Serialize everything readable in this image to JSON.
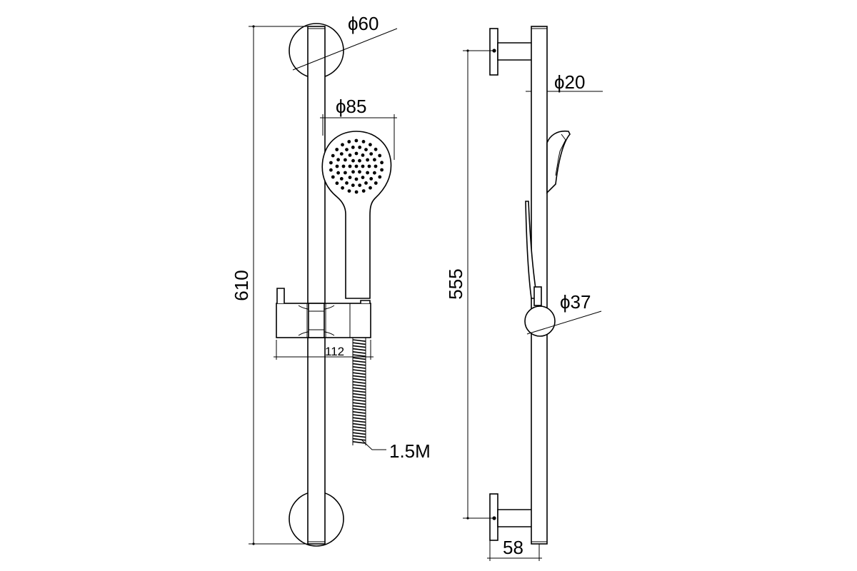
{
  "colors": {
    "line": "#000000",
    "background": "#ffffff"
  },
  "dimensions": {
    "bracket_diameter": "ϕ60",
    "head_diameter": "ϕ85",
    "overall_height": "610",
    "slider_width": "112",
    "hose_length": "1.5M",
    "rail_diameter": "ϕ20",
    "bracket_spacing": "555",
    "slider_diameter": "ϕ37",
    "wall_projection": "58"
  }
}
